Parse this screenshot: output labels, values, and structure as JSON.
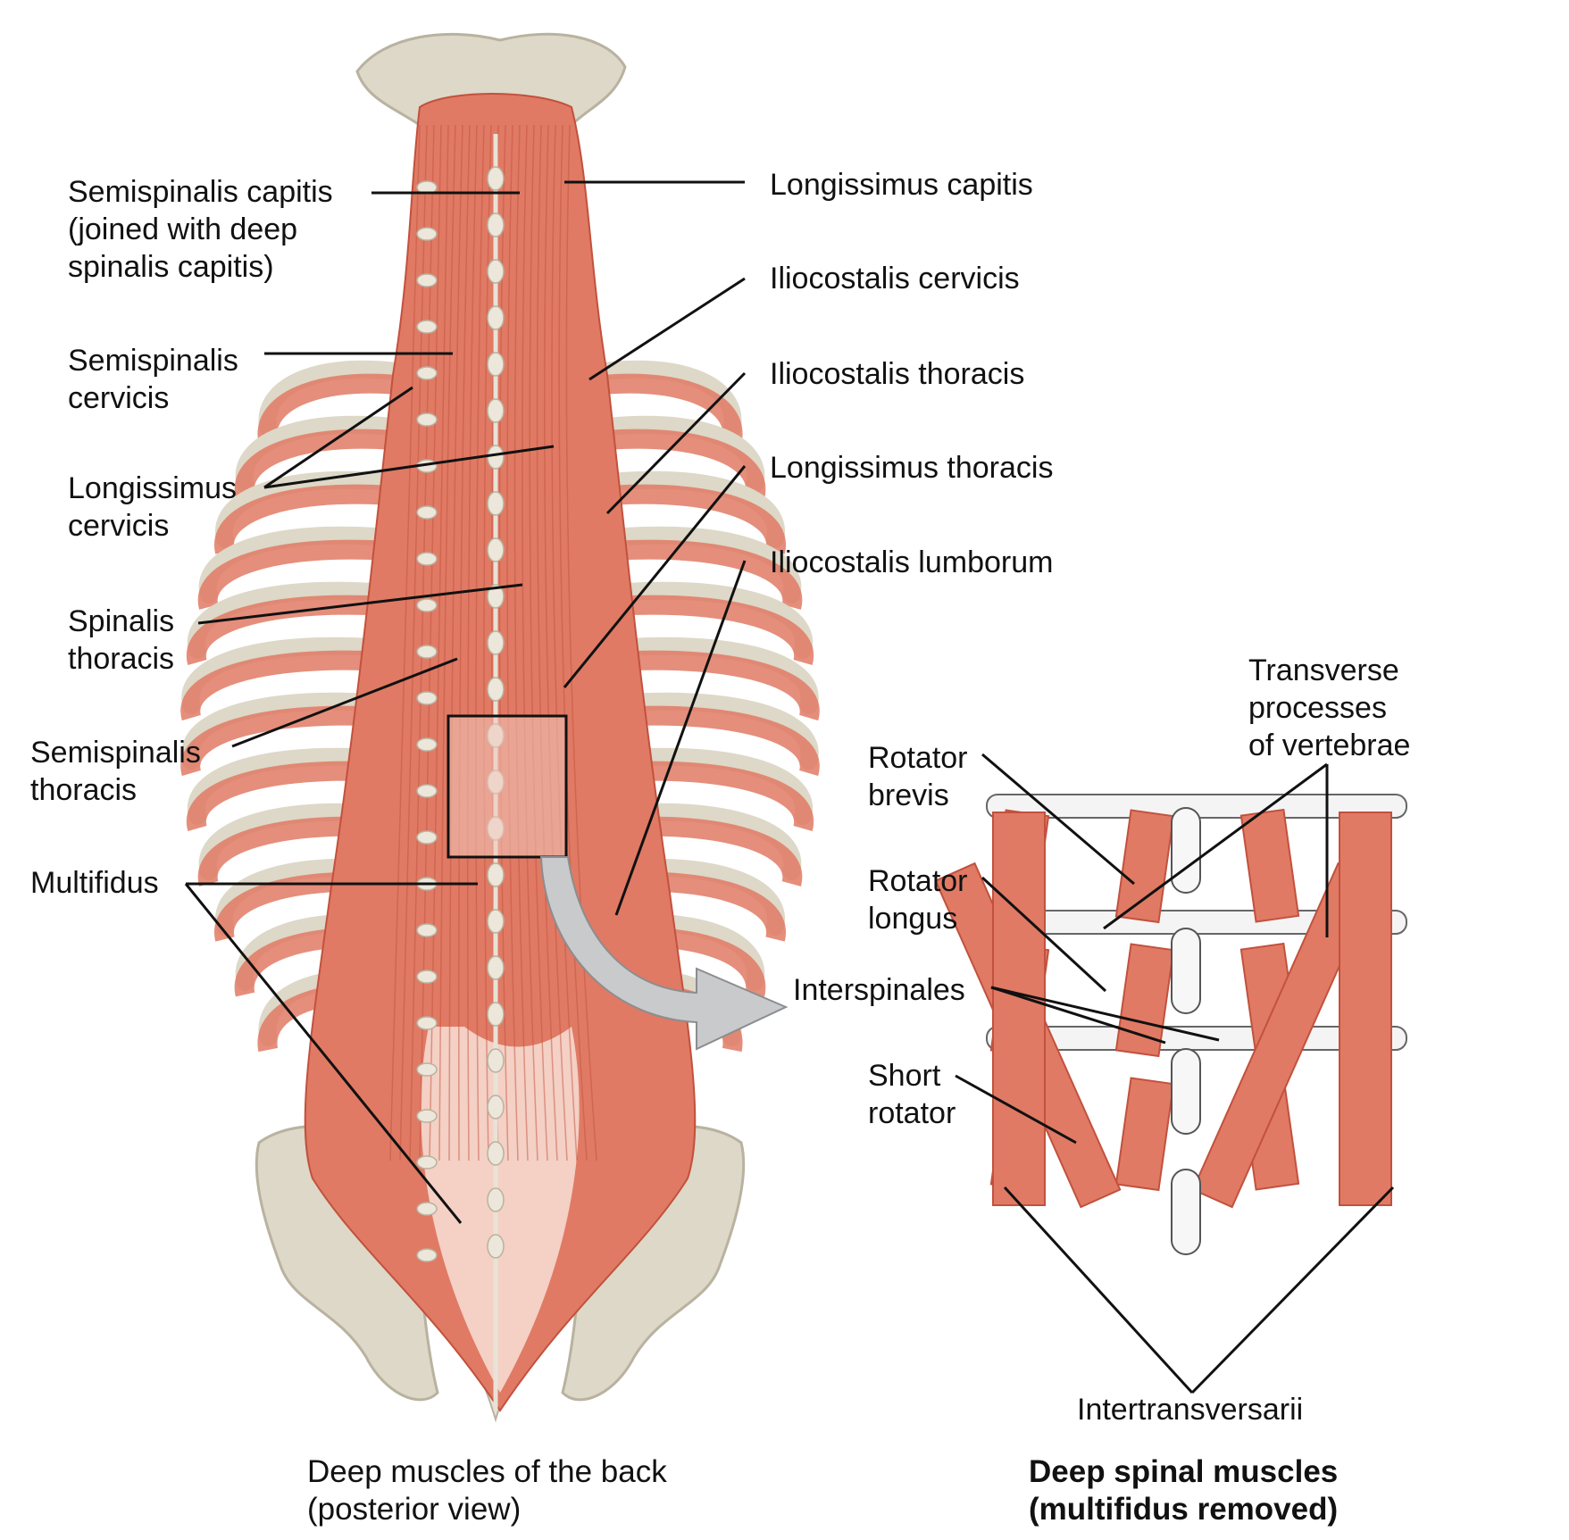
{
  "colors": {
    "muscle": "#e07a64",
    "muscle_dark": "#c2513d",
    "muscle_light": "#f1a795",
    "bone": "#ddd8c8",
    "bone_outline": "#b9b2a0",
    "leader": "#111111",
    "arrow": "#c9cacc"
  },
  "labels": {
    "semispinalis_capitis": "Semispinalis capitis\n(joined with deep\nspinalis capitis)",
    "longissimus_capitis": "Longissimus capitis",
    "iliocostalis_cervicis": "Iliocostalis cervicis",
    "semispinalis_cervicis": "Semispinalis\ncervicis",
    "iliocostalis_thoracis": "Iliocostalis thoracis",
    "longissimus_cervicis": "Longissimus\ncervicis",
    "longissimus_thoracis": "Longissimus thoracis",
    "iliocostalis_lumborum": "Iliocostalis lumborum",
    "spinalis_thoracis": "Spinalis\nthoracis",
    "semispinalis_thoracis": "Semispinalis\nthoracis",
    "multifidus": "Multifidus",
    "transverse_processes": "Transverse\nprocesses\nof vertebrae",
    "rotator_brevis": "Rotator\nbrevis",
    "rotator_longus": "Rotator\nlongus",
    "interspinales": "Interspinales",
    "short_rotator": "Short\nrotator",
    "intertransversarii": "Intertransversarii"
  },
  "captions": {
    "left": "Deep muscles of the back\n(posterior view)",
    "right": "Deep spinal muscles\n(multifidus removed)"
  }
}
